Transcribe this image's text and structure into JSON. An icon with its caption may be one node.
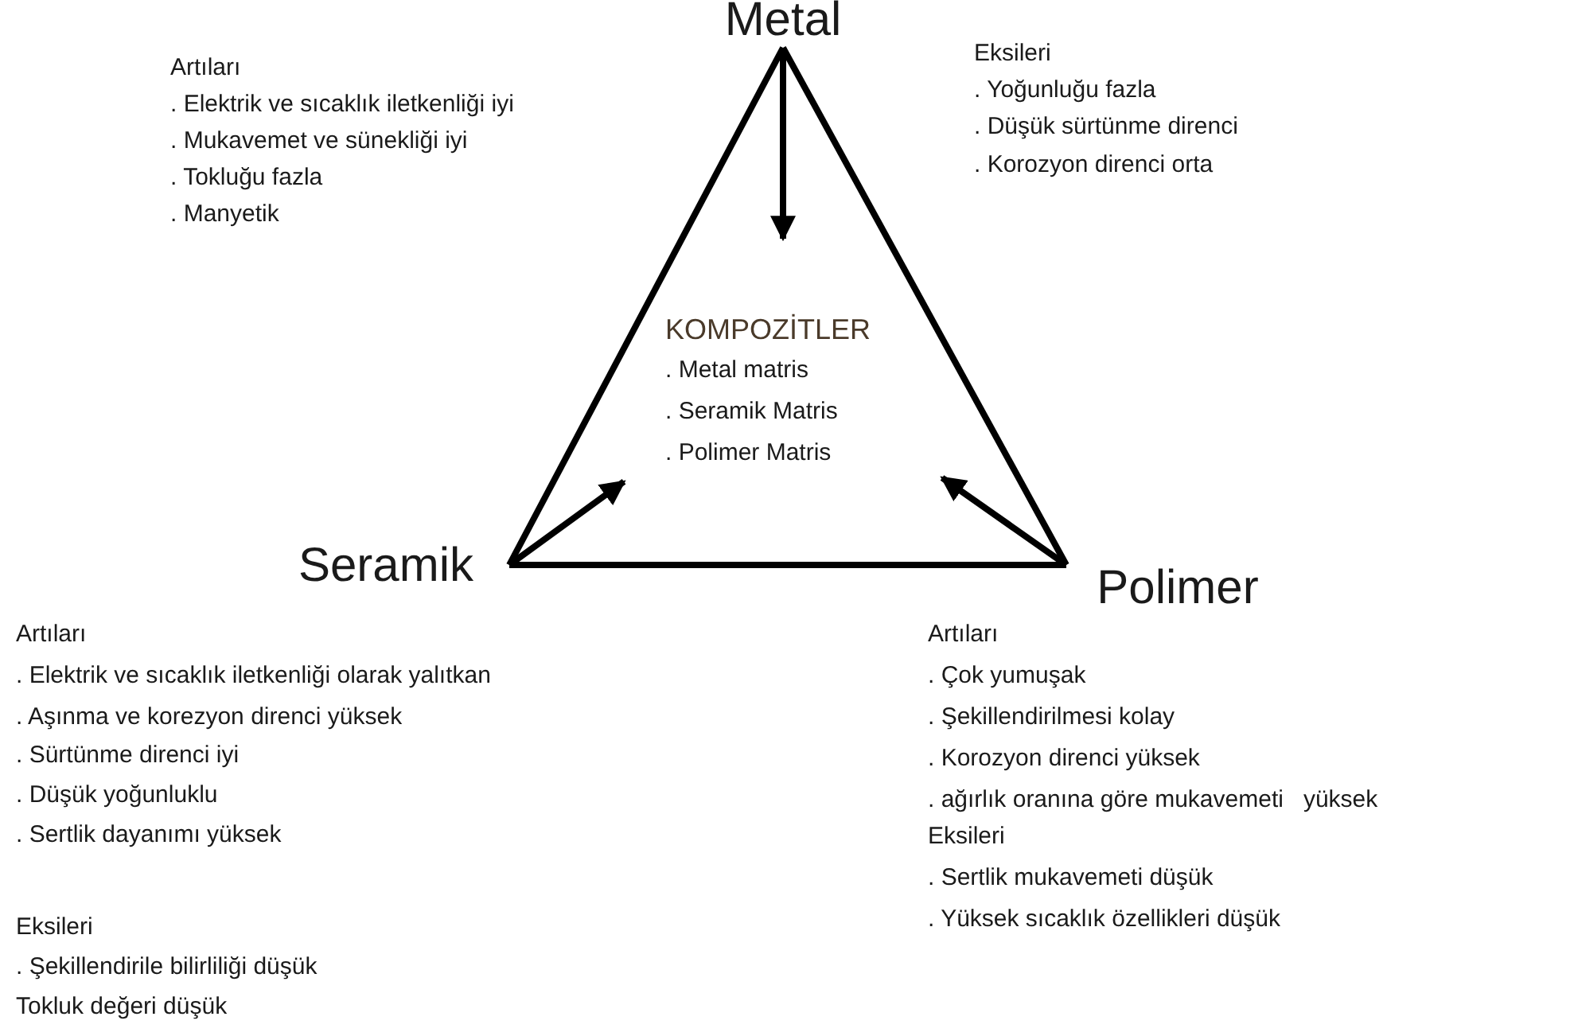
{
  "diagram": {
    "nodes": [
      {
        "text": [
          "Metal"
        ]
      },
      {
        "text": [
          "Seramik"
        ]
      },
      {
        "text": [
          "Polimer"
        ]
      },
      {
        "text": [
          "KOMPOZİTLER",
          ". Metal matris",
          ". Seramik Matris",
          ". Polimer Matris"
        ]
      }
    ],
    "edges": [
      {
        "from": 0,
        "to": 1,
        "arrow": "none"
      },
      {
        "from": 0,
        "to": 2,
        "arrow": "none"
      },
      {
        "from": 1,
        "to": 2,
        "arrow": "none"
      },
      {
        "from": 0,
        "to": 3,
        "arrow": "to"
      },
      {
        "from": 1,
        "to": 3,
        "arrow": "to"
      },
      {
        "from": 2,
        "to": 3,
        "arrow": "to"
      }
    ],
    "labels": [
      "Artıları",
      ". Elektrik ve sıcaklık iletkenliği iyi",
      ". Mukavemet ve sünekliği iyi",
      ". Tokluğu fazla",
      ". Manyetik",
      "Eksileri",
      ". Yoğunluğu fazla",
      ". Düşük sürtünme direnci",
      ". Korozyon direnci orta",
      "Artıları",
      ". Elektrik ve sıcaklık iletkenliği olarak yalıtkan",
      ". Aşınma ve korezyon direnci yüksek",
      ". Sürtünme direnci iyi",
      ". Düşük yoğunluklu",
      ". Sertlik dayanımı yüksek",
      "Eksileri",
      ". Şekillendirile bilirliliği düşük",
      "Tokluk değeri düşük",
      "Artıları",
      ". Çok yumuşak",
      ". Şekillendirilmesi kolay",
      ". Korozyon direnci yüksek",
      ". ağırlık oranına göre mukavemeti   yüksek",
      "Eksileri",
      ". Sertlik mukavemeti düşük",
      ". Yüksek sıcaklık özellikleri düşük"
    ]
  }
}
